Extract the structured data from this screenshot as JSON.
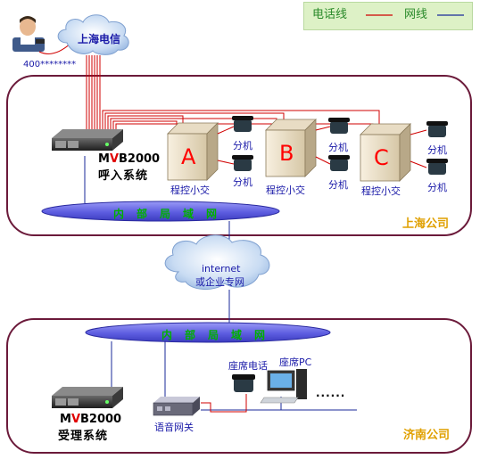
{
  "legend": {
    "phone_line": "电话线",
    "network_line": "网线"
  },
  "top": {
    "cloud": "上海电信",
    "number": "400********"
  },
  "shanghai": {
    "region": "上海公司",
    "lan": "内部局域网",
    "mvb_model_a": "M",
    "mvb_model_b": "V",
    "mvb_model_c": "B2000",
    "mvb_desc": "呼入系统",
    "pbx": [
      {
        "letter": "A",
        "label": "程控小交",
        "ext_top": "分机",
        "ext_bottom": "分机"
      },
      {
        "letter": "B",
        "label": "程控小交",
        "ext_top": "分机",
        "ext_bottom": "分机"
      },
      {
        "letter": "C",
        "label": "程控小交",
        "ext_top": "分机",
        "ext_bottom": "分机"
      }
    ]
  },
  "internet": {
    "line1": "internet",
    "line2": "或企业专网"
  },
  "jinan": {
    "region": "济南公司",
    "lan": "内部局域网",
    "mvb_model_a": "M",
    "mvb_model_b": "V",
    "mvb_model_c": "B2000",
    "mvb_desc": "受理系统",
    "gateway": "语音网关",
    "seat_phone": "座席电话",
    "seat_pc": "座席PC",
    "ellipsis": "......"
  },
  "colors": {
    "phone_line": "#d00000",
    "network_line": "#1a2a9a",
    "lan_fill": "#6a6ae8",
    "region_border": "#6b1a3a",
    "region_label": "#e0a000"
  }
}
